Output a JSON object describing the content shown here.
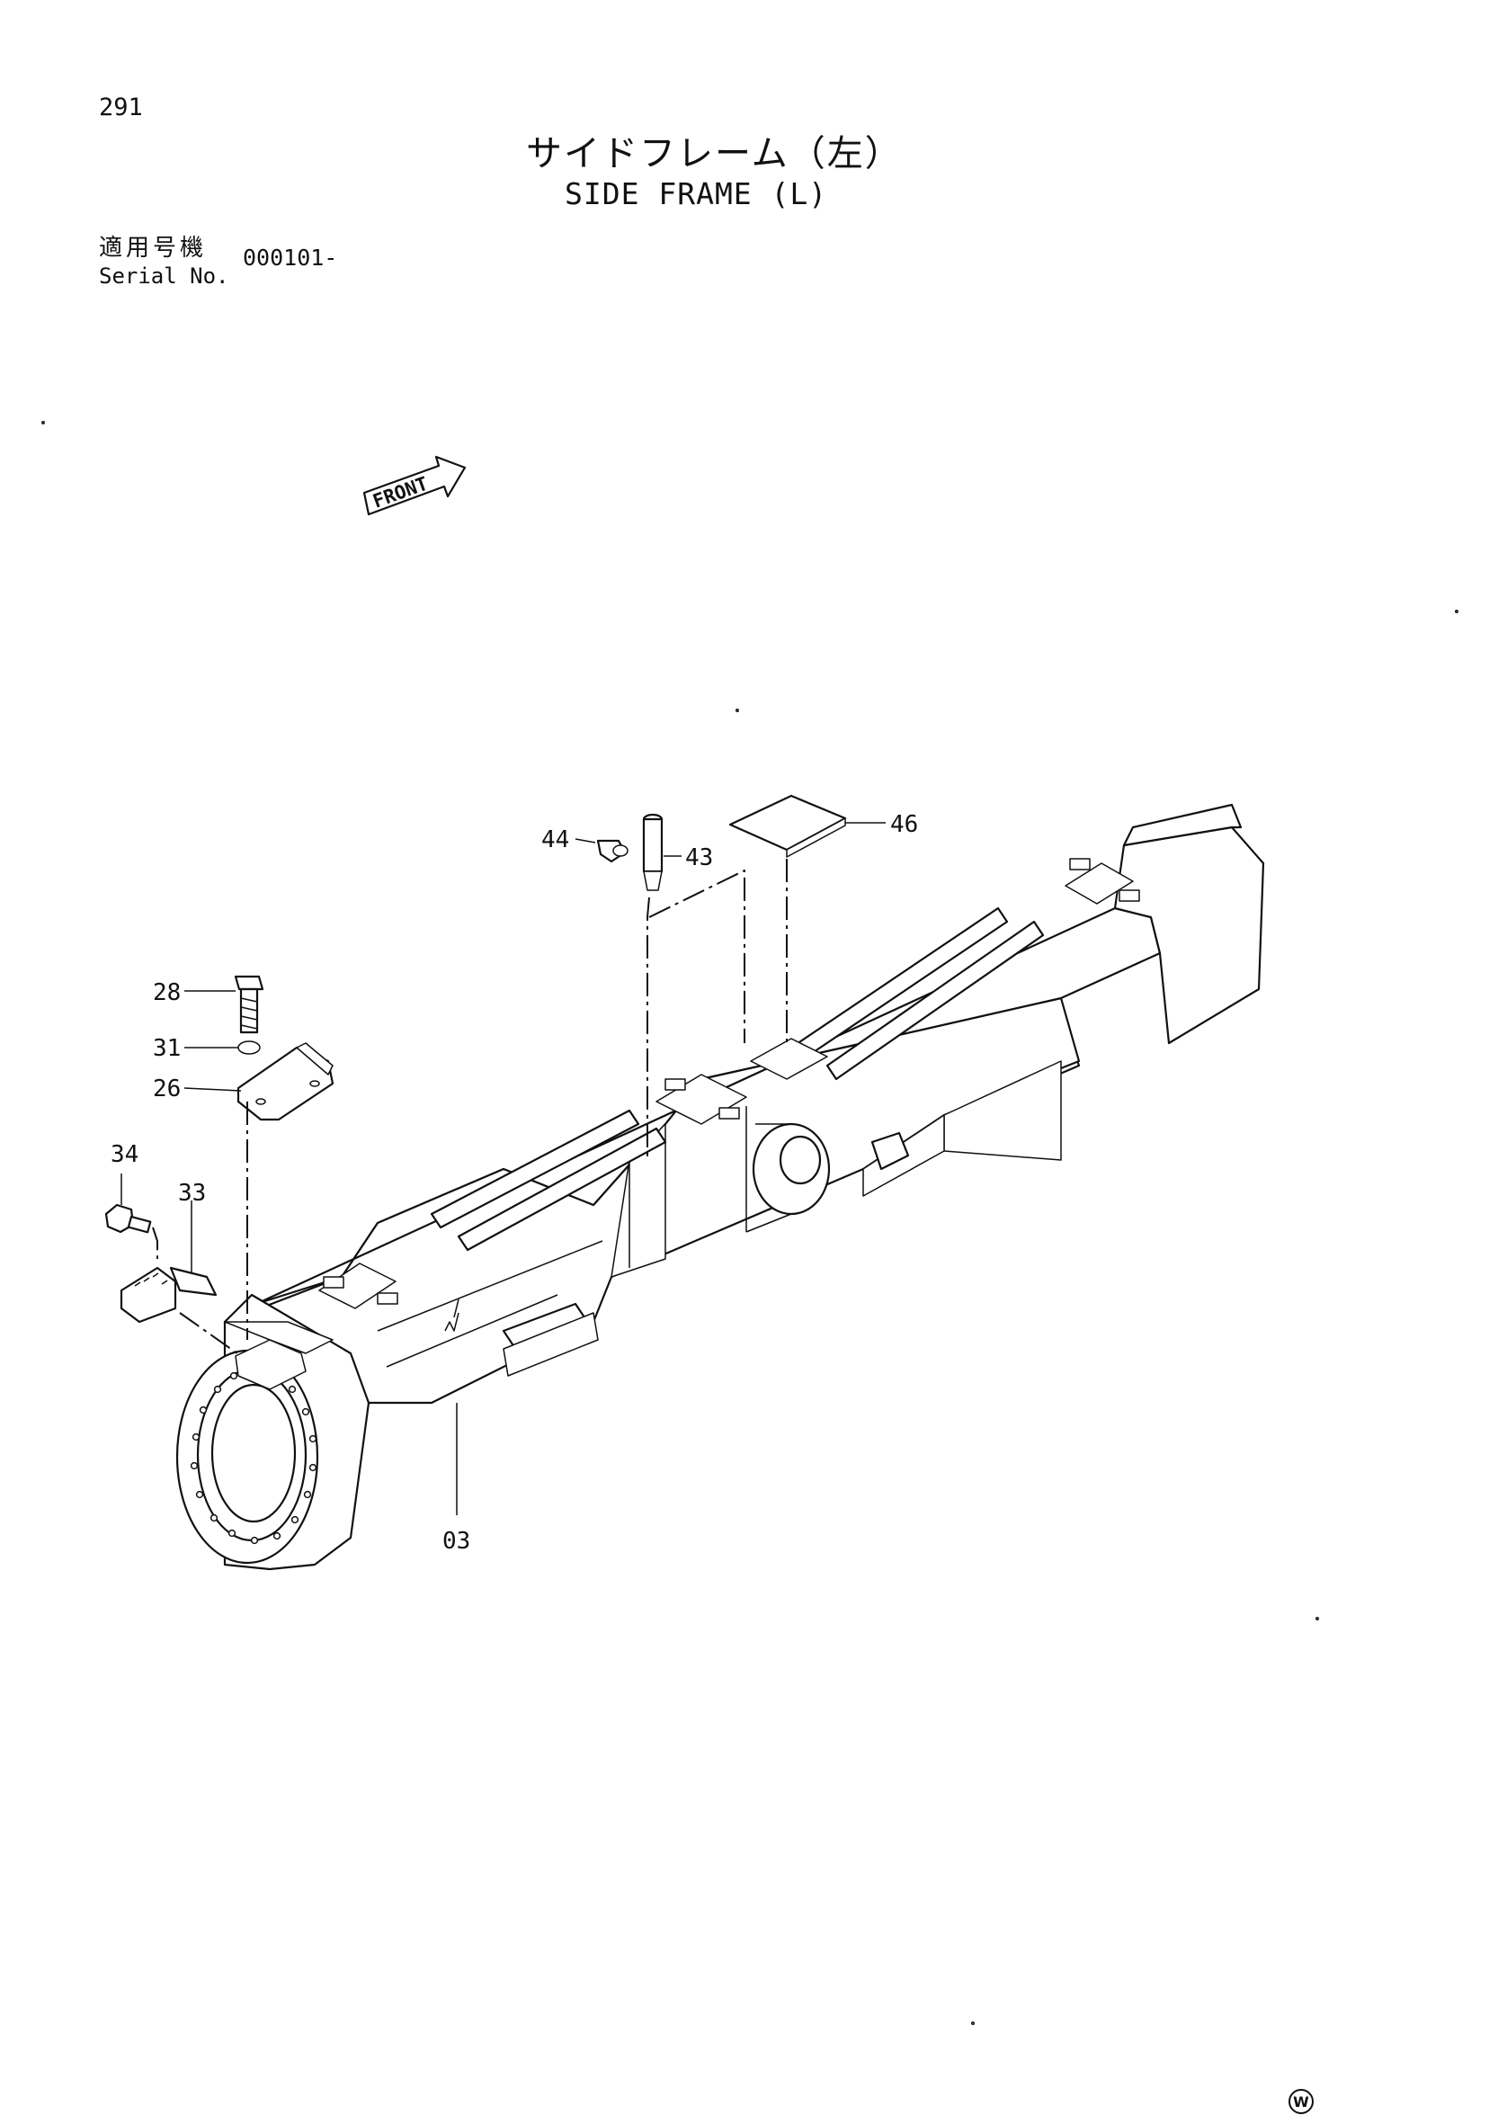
{
  "page_number": "291",
  "title_jp": "サイドフレーム（左）",
  "title_en": "SIDE FRAME (L)",
  "serial": {
    "label_jp": "適用号機",
    "label_en": "Serial No.",
    "value": "000101-"
  },
  "front_marker": "FRONT",
  "part_labels": {
    "p44": "44",
    "p43": "43",
    "p46": "46",
    "p28": "28",
    "p31": "31",
    "p26": "26",
    "p34": "34",
    "p33": "33",
    "p03": "03"
  },
  "watermark": "W",
  "icons": {
    "front_arrow": "front-arrow-icon",
    "watermark": "circled-w-icon"
  }
}
